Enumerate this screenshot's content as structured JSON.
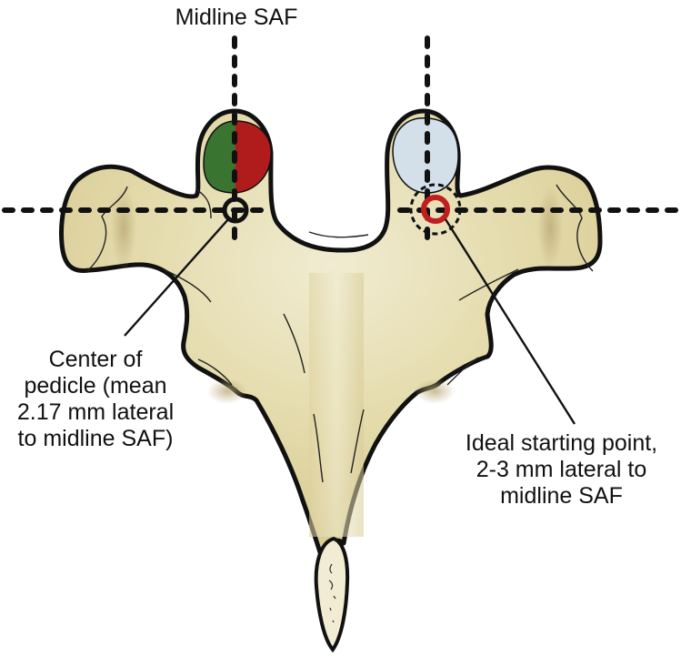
{
  "figure": {
    "labels": {
      "midline": "Midline SAF",
      "center_pedicle": [
        "Center of",
        "pedicle (mean",
        "2.17 mm lateral",
        "to midline SAF)"
      ],
      "ideal_start": [
        "Ideal starting point,",
        "2-3 mm lateral to",
        "midline SAF"
      ]
    },
    "colors": {
      "bone": "#e3d9a8",
      "bone_light": "#f0ead0",
      "bone_shadow": "#c4b582",
      "outline": "#111111",
      "pedicle_left_medial": "#3a7431",
      "pedicle_left_lateral": "#b01c1c",
      "pedicle_right": "#d3e0ea",
      "ideal_ring": "#c01f1f",
      "spinous_tip": "#f1ecd3"
    },
    "icons": {
      "center_marker": "crosshair-circle-icon",
      "ideal_marker": "red-ring-icon",
      "ideal_zone": "dashed-circle-icon"
    }
  }
}
